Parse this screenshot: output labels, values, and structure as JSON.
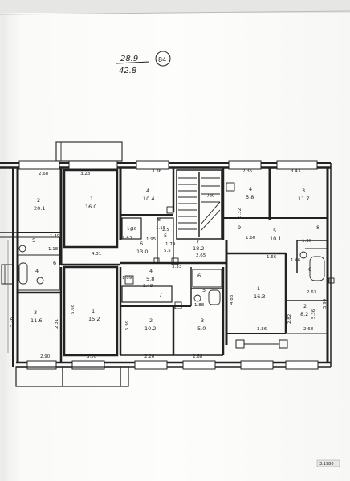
{
  "header": {
    "numerator": "28.9",
    "denominator": "42.8",
    "circle_number": "84"
  },
  "rooms": [
    {
      "id": "r-top-left",
      "num": "2",
      "area": "20.1"
    },
    {
      "id": "r-top-big",
      "num": "1",
      "area": "16.0"
    },
    {
      "id": "r-top-4",
      "num": "4",
      "area": "10.4"
    },
    {
      "id": "r-top-right-4",
      "num": "4",
      "area": "5.8"
    },
    {
      "id": "r-top-right-3",
      "num": "3",
      "area": "11.7"
    },
    {
      "id": "r-mid-6",
      "num": "6",
      "area": "13.0"
    },
    {
      "id": "r-mid-9",
      "num": "9",
      "area": ""
    },
    {
      "id": "r-mid-5",
      "num": "5",
      "area": ""
    },
    {
      "id": "r-mid-8",
      "num": "8",
      "area": ""
    },
    {
      "id": "r-mid-7",
      "num": "7",
      "area": "18.2"
    },
    {
      "id": "r-right-9",
      "num": "9",
      "area": ""
    },
    {
      "id": "r-right-5",
      "num": "5",
      "area": "10.1"
    },
    {
      "id": "r-right-8",
      "num": "8",
      "area": ""
    },
    {
      "id": "r-bot-left-3",
      "num": "3",
      "area": "11.6"
    },
    {
      "id": "r-bot-1",
      "num": "1",
      "area": "15.2"
    },
    {
      "id": "r-bot-4a",
      "num": "4",
      "area": "5.8"
    },
    {
      "id": "r-bot-6",
      "num": "6",
      "area": ""
    },
    {
      "id": "r-bot-5",
      "num": "5",
      "area": ""
    },
    {
      "id": "r-bot-7",
      "num": "7",
      "area": ""
    },
    {
      "id": "r-bot-2",
      "num": "2",
      "area": "10.2"
    },
    {
      "id": "r-bot-3",
      "num": "3",
      "area": "5.0"
    },
    {
      "id": "r-bot-right-1",
      "num": "1",
      "area": "16.3"
    },
    {
      "id": "r-bot-right-2",
      "num": "2",
      "area": "8.2"
    },
    {
      "id": "r-right-6",
      "num": "6",
      "area": ""
    },
    {
      "id": "r-left-5",
      "num": "5",
      "area": ""
    },
    {
      "id": "r-left-4",
      "num": "4",
      "area": ""
    },
    {
      "id": "r-left-6",
      "num": "6",
      "area": ""
    }
  ],
  "dimensions": [
    {
      "id": "d1",
      "text": "2.68"
    },
    {
      "id": "d2",
      "text": "3.23"
    },
    {
      "id": "d3",
      "text": "3.36"
    },
    {
      "id": "d4",
      "text": "2.36"
    },
    {
      "id": "d5",
      "text": "3.43"
    },
    {
      "id": "d6",
      "text": "2.90"
    },
    {
      "id": "d7",
      "text": "3.20"
    },
    {
      "id": "d8",
      "text": "2.26"
    },
    {
      "id": "d9",
      "text": "2.68"
    },
    {
      "id": "d10",
      "text": "3.36"
    },
    {
      "id": "d11",
      "text": "2.68"
    },
    {
      "id": "d12",
      "text": "2.65"
    },
    {
      "id": "d13",
      "text": "3.33"
    },
    {
      "id": "d14",
      "text": "2.48"
    },
    {
      "id": "d15",
      "text": "4.88"
    },
    {
      "id": "d16",
      "text": "5.68"
    },
    {
      "id": "d17",
      "text": "5.99"
    },
    {
      "id": "d18",
      "text": "5.26"
    },
    {
      "id": "d19",
      "text": "5.99"
    },
    {
      "id": "d20",
      "text": "4.31"
    },
    {
      "id": "d21",
      "text": "1.43"
    },
    {
      "id": "d22",
      "text": "1.95"
    },
    {
      "id": "d23",
      "text": "1.79"
    },
    {
      "id": "d24",
      "text": "1.49"
    },
    {
      "id": "d25",
      "text": "1.46"
    },
    {
      "id": "d26",
      "text": "1.15"
    },
    {
      "id": "d27",
      "text": "1.60"
    },
    {
      "id": "d28",
      "text": "1.30"
    },
    {
      "id": "d29",
      "text": "3.32"
    },
    {
      "id": "d30",
      "text": "1.18"
    },
    {
      "id": "d31",
      "text": "1.66"
    },
    {
      "id": "d32",
      "text": "2.63"
    },
    {
      "id": "d33",
      "text": "5.5"
    },
    {
      "id": "d34",
      "text": "2.5"
    },
    {
      "id": "d35",
      "text": "1.26"
    },
    {
      "id": "d36",
      "text": "2.82"
    },
    {
      "id": "d37",
      "text": "2.31"
    },
    {
      "id": "d38",
      "text": "1.09"
    },
    {
      "id": "d39",
      "text": "1.88"
    },
    {
      "id": "d40",
      "text": "5.36"
    }
  ],
  "marks": {
    "lk": "ЛК"
  },
  "footer": {
    "stamp": "3.1986"
  }
}
